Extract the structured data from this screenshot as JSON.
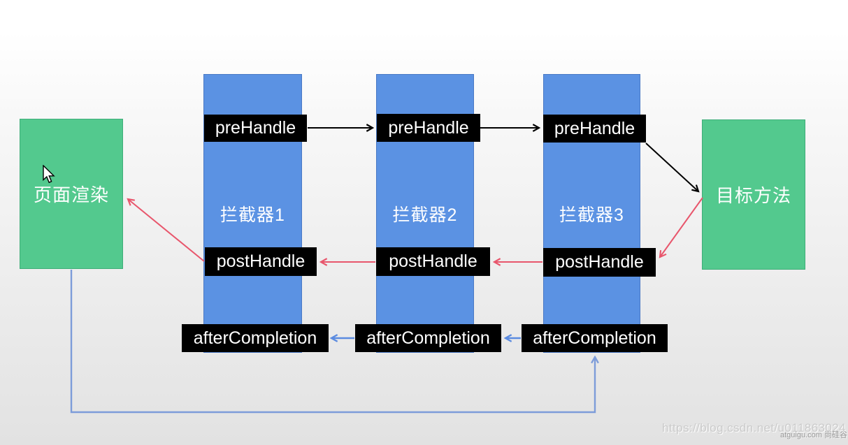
{
  "boxes": {
    "page_render": "页面渲染",
    "target_method": "目标方法"
  },
  "interceptors": [
    {
      "name": "拦截器1",
      "pre_handle": "preHandle",
      "post_handle": "postHandle",
      "after_completion": "afterCompletion"
    },
    {
      "name": "拦截器2",
      "pre_handle": "preHandle",
      "post_handle": "postHandle",
      "after_completion": "afterCompletion"
    },
    {
      "name": "拦截器3",
      "pre_handle": "preHandle",
      "post_handle": "postHandle",
      "after_completion": "afterCompletion"
    }
  ],
  "colors": {
    "interceptor_fill": "#5b92e3",
    "interceptor_border": "#4a79c5",
    "box_green_fill": "#53c98e",
    "box_green_border": "#3fae79",
    "label_bg": "#000000",
    "label_text": "#ffffff",
    "arrow_forward": "#000000",
    "arrow_post": "#e8566c",
    "arrow_after": "#5b8be0",
    "arrow_loop": "#7d9cd9"
  },
  "watermark": {
    "url_text": "https://blog.csdn.net/u011863024",
    "brand_text": "atguigu.com 尚硅谷"
  }
}
